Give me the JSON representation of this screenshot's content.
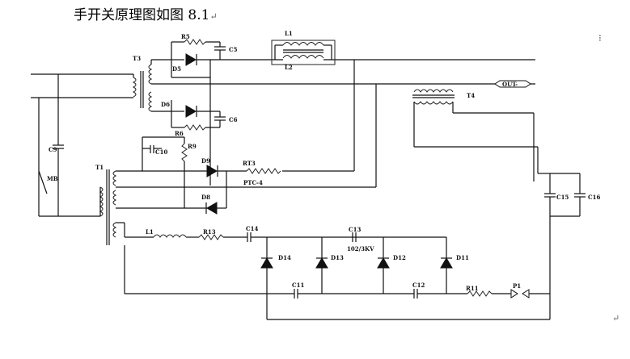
{
  "caption": {
    "text": "手开关原理图如图 8.1",
    "paragraph_mark": "↵"
  },
  "corner_marks": {
    "top": "⁝",
    "bottom": "↵"
  },
  "labels": {
    "T3": "T3",
    "R5": "R5",
    "C5": "C5",
    "D5": "D5",
    "D6": "D6",
    "R6": "R6",
    "C6": "C6",
    "L1_top": "L1",
    "L2": "L2",
    "T4": "T4",
    "OUT": "OUT-",
    "C9": "C9",
    "MB": "MB",
    "T1": "T1",
    "C10": "C10",
    "R9": "R9",
    "D9": "D9",
    "D8": "D8",
    "RT3": "RT3",
    "PTC": "PTC-4",
    "L1_bottom": "L1",
    "R13": "R13",
    "C14": "C14",
    "C13": "C13",
    "C13_value": "102/3KV",
    "D14": "D14",
    "D13": "D13",
    "D12": "D12",
    "D11": "D11",
    "C11": "C11",
    "C12": "C12",
    "R11": "R11",
    "P1": "P1",
    "C15": "C15",
    "C16": "C16"
  }
}
